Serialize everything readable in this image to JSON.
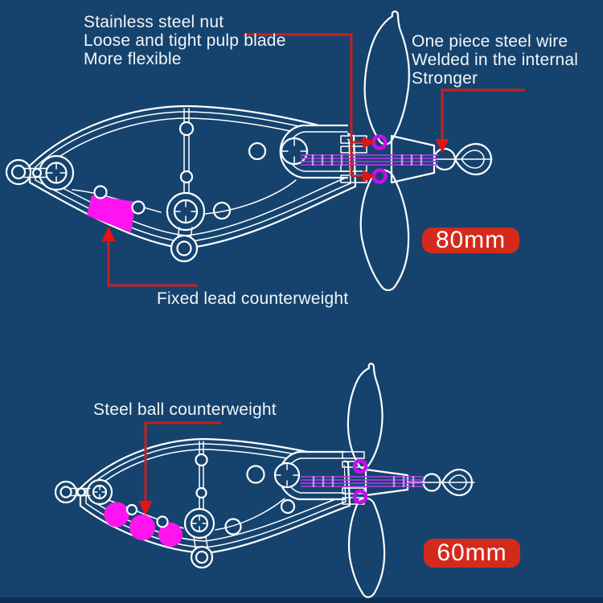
{
  "callouts": {
    "nut_blade": {
      "lines": [
        "Stainless steel nut",
        "Loose and tight pulp blade",
        "More flexible"
      ]
    },
    "steel_wire": {
      "lines": [
        "One piece steel wire",
        "Welded in the internal",
        "Stronger"
      ]
    },
    "lead_counterweight": {
      "label": "Fixed lead counterweight"
    },
    "ball_counterweight": {
      "label": "Steel ball counterweight"
    }
  },
  "badges": {
    "top_lure_size": "80mm",
    "bottom_lure_size": "60mm"
  },
  "colors": {
    "background": "#15436e",
    "footer_strip": "#0e2f54",
    "line_white": "#ffffff",
    "annotation_red": "#c6201f",
    "arrow_red": "#ea1111",
    "badge_red": "#d42a1c",
    "highlight_magenta": "#ff14f0",
    "nut_purple": "#c210ee",
    "wire_purple": "#a43be0",
    "wire_light": "#d18cf2",
    "text_white": "#f2f5f8"
  }
}
